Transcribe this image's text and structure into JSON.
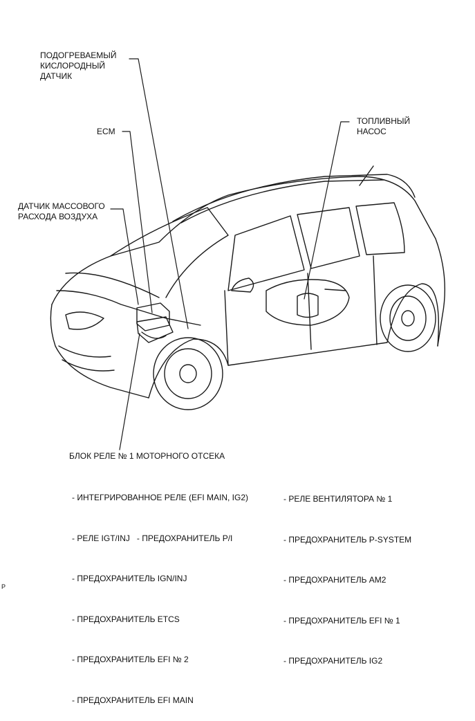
{
  "labels": {
    "oxygen_sensor": "ПОДОГРЕВАЕМЫЙ\nКИСЛОРОДНЫЙ\nДАТЧИК",
    "ecm": "ECM",
    "maf_sensor": "ДАТЧИК МАССОВОГО\nРАСХОДА ВОЗДУХА",
    "fuel_pump": "ТОПЛИВНЫЙ\nНАСОС",
    "relay_block": "БЛОК РЕЛЕ № 1 МОТОРНОГО ОТСЕКА"
  },
  "relay_items_left": [
    "- ИНТЕГРИРОВАННОЕ РЕЛЕ (EFI MAIN, IG2)",
    "- РЕЛЕ IGT/INJ   - ПРЕДОХРАНИТЕЛЬ P/I",
    "- ПРЕДОХРАНИТЕЛЬ IGN/INJ",
    "- ПРЕДОХРАНИТЕЛЬ ETCS",
    "- ПРЕДОХРАНИТЕЛЬ EFI № 2",
    "- ПРЕДОХРАНИТЕЛЬ EFI MAIN"
  ],
  "relay_items_right": [
    "- РЕЛЕ ВЕНТИЛЯТОРА № 1",
    "- ПРЕДОХРАНИТЕЛЬ P-SYSTEM",
    "- ПРЕДОХРАНИТЕЛЬ AM2",
    "- ПРЕДОХРАНИТЕЛЬ EFI № 1",
    "- ПРЕДОХРАНИТЕЛЬ IG2"
  ],
  "footer_mark": "P"
}
